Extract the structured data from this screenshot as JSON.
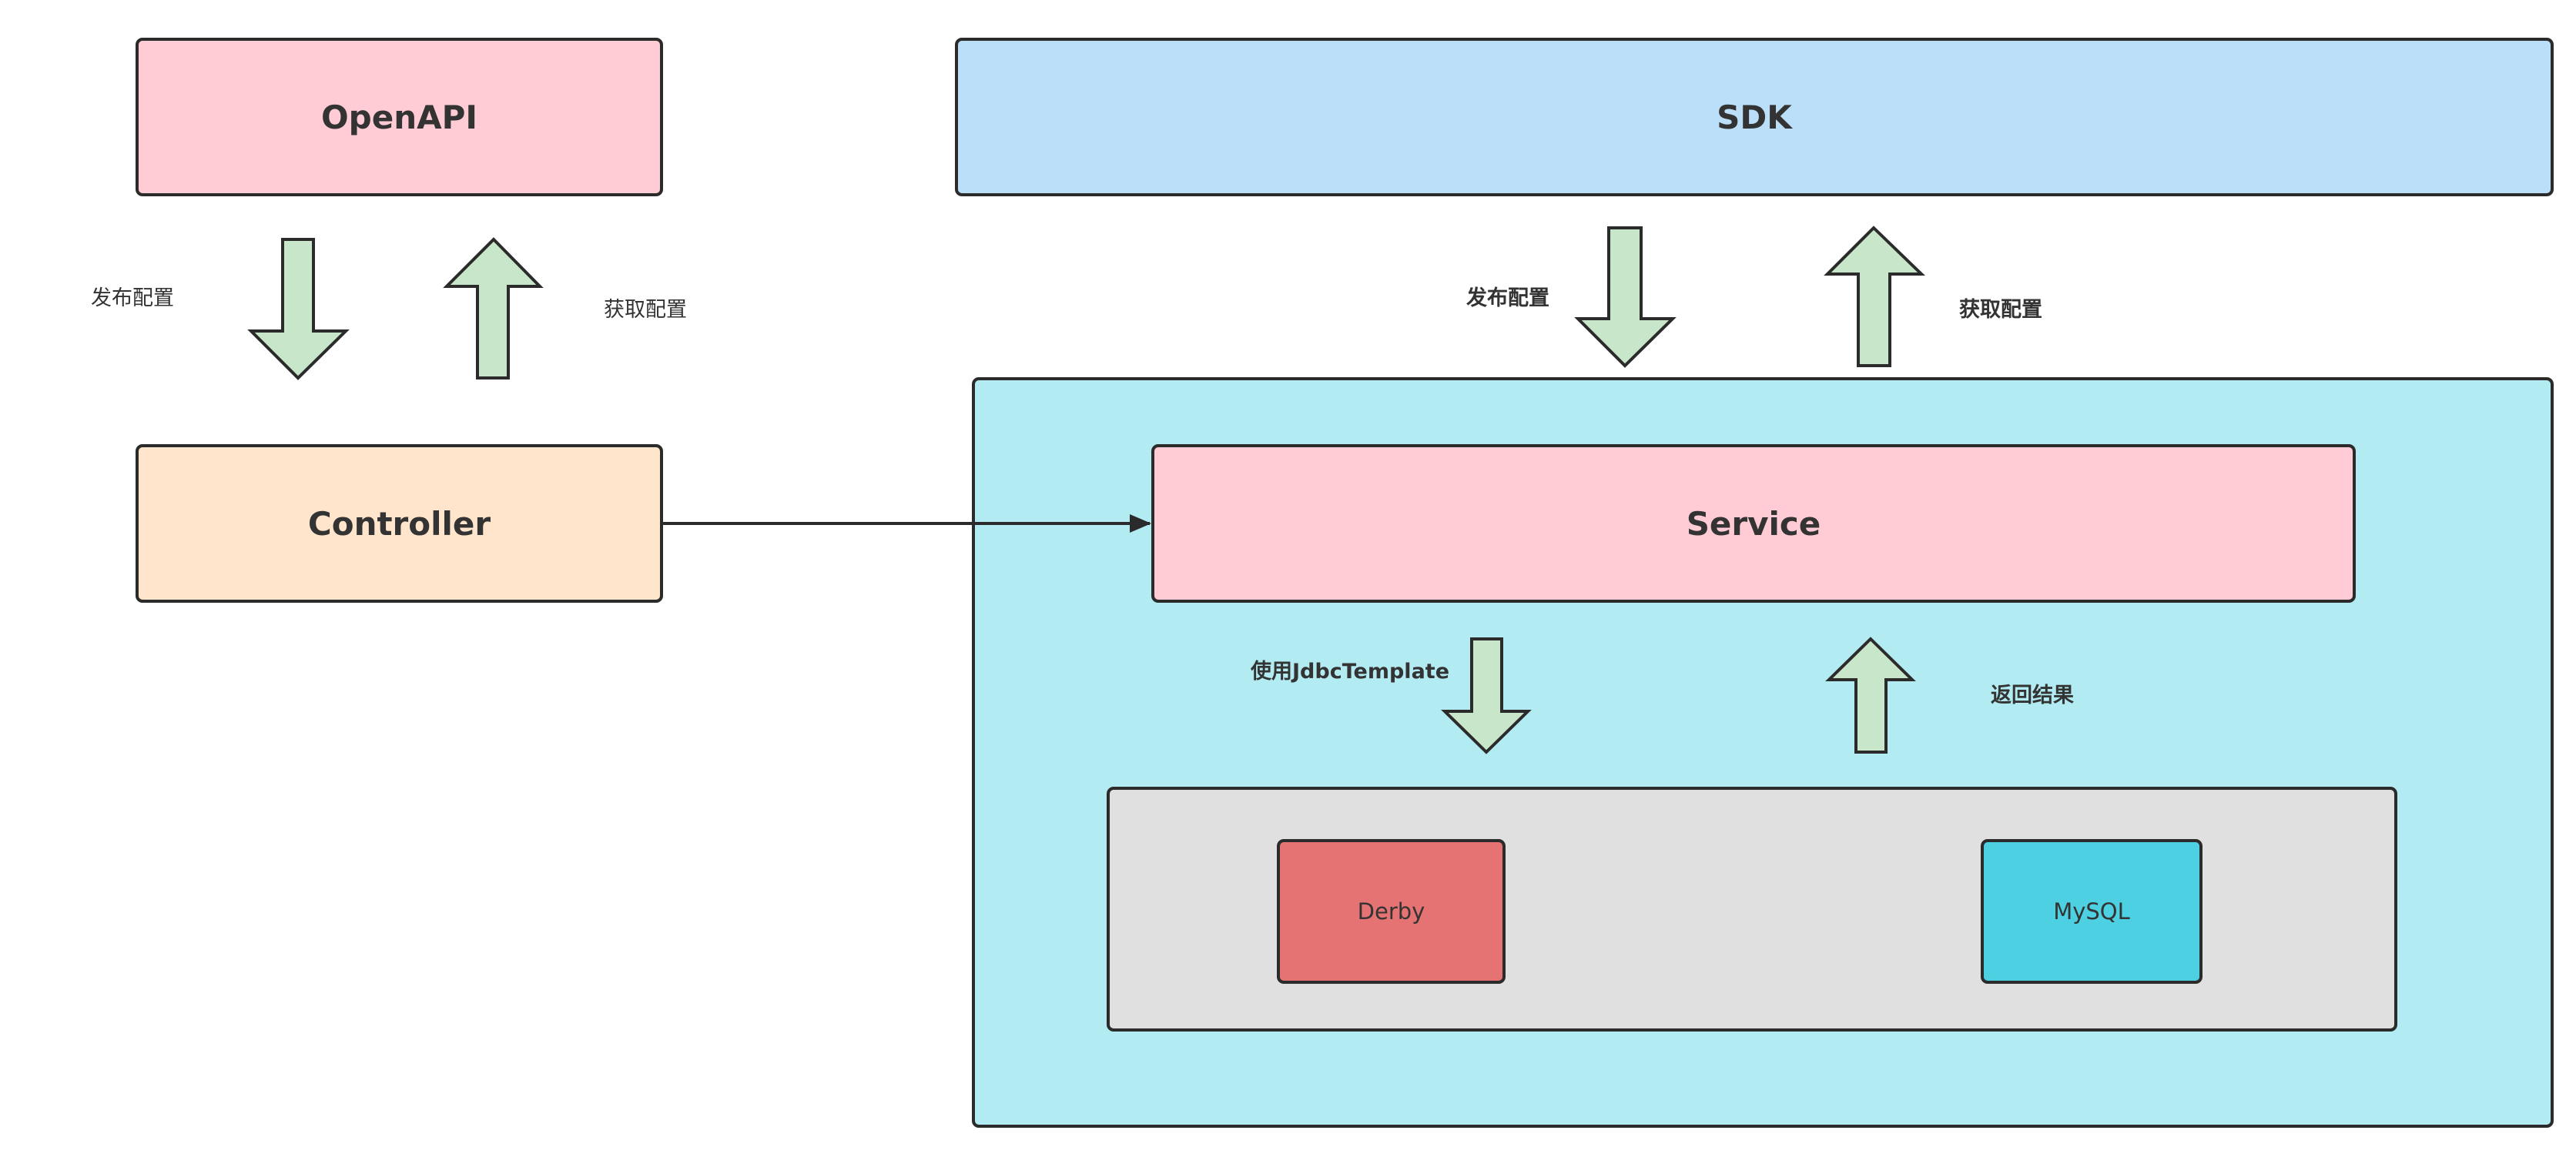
{
  "nodes": {
    "openapi": "OpenAPI",
    "sdk": "SDK",
    "controller": "Controller",
    "service": "Service",
    "derby": "Derby",
    "mysql": "MySQL"
  },
  "edges": {
    "openapi_publish": "发布配置",
    "openapi_fetch": "获取配置",
    "sdk_publish": "发布配置",
    "sdk_fetch": "获取配置",
    "service_jdbc": "使用JdbcTemplate",
    "db_return": "返回结果"
  },
  "colors": {
    "openapi_fill": "#FFCCD5",
    "sdk_fill": "#BBDEF9",
    "controller_fill": "#FFE5CC",
    "server_fill": "#B2EBF2",
    "service_fill": "#FFCCD5",
    "storage_fill": "#E0E0E0",
    "derby_fill": "#E57373",
    "mysql_fill": "#4DD0E1",
    "arrow_fill": "#C8E6C9",
    "stroke": "#2b2b2b"
  }
}
